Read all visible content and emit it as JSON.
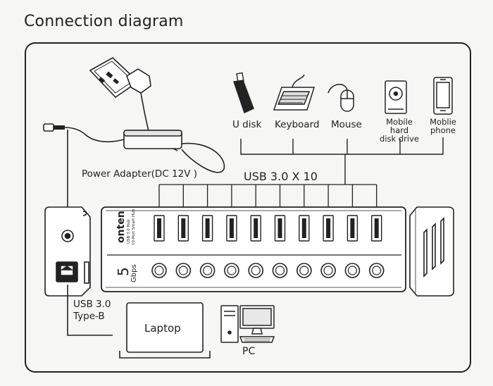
{
  "title": "Connection diagram",
  "power_adapter_label": "Power Adapter(DC 12V )",
  "usb_count_label": "USB 3.0 X 10",
  "devices": {
    "udisk": "U disk",
    "keyboard": "Keyboard",
    "mouse": "Mouse",
    "hdd_line1": "Mobile hard",
    "hdd_line2": "disk drive",
    "phone_line1": "Moblie",
    "phone_line2": "phone"
  },
  "hub": {
    "brand": "onten",
    "model_line1": "USB 3.0 Hub",
    "model_line2": "10-Port Smart Hub",
    "speed_number": "5",
    "speed_unit": "Gbps",
    "port_count": 10
  },
  "usb_typeb_line1": "USB  3.0",
  "usb_typeb_line2": "Type-B",
  "laptop_label": "Laptop",
  "pc_label": "PC"
}
